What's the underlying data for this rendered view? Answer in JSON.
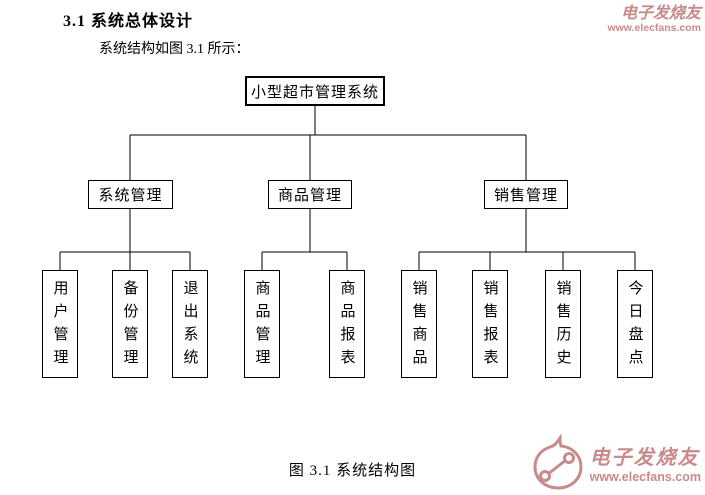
{
  "document": {
    "heading": "3.1 系统总体设计",
    "intro": "系统结构如图 3.1 所示：",
    "figure_caption": "图 3.1 系统结构图"
  },
  "diagram": {
    "root": {
      "label": "小型超市管理系统"
    },
    "branches": [
      {
        "label": "系统管理",
        "children": [
          {
            "label": "用户管理"
          },
          {
            "label": "备份管理"
          },
          {
            "label": "退出系统"
          }
        ]
      },
      {
        "label": "商品管理",
        "children": [
          {
            "label": "商品管理"
          },
          {
            "label": "商品报表"
          }
        ]
      },
      {
        "label": "销售管理",
        "children": [
          {
            "label": "销售商品"
          },
          {
            "label": "销售报表"
          },
          {
            "label": "销售历史"
          },
          {
            "label": "今日盘点"
          }
        ]
      }
    ]
  },
  "watermark": {
    "brand": "电子发烧友",
    "url": "www.elecfans.com",
    "color": "#c98a8a",
    "logo_icon": "circuit-speech-bubble-logo"
  }
}
